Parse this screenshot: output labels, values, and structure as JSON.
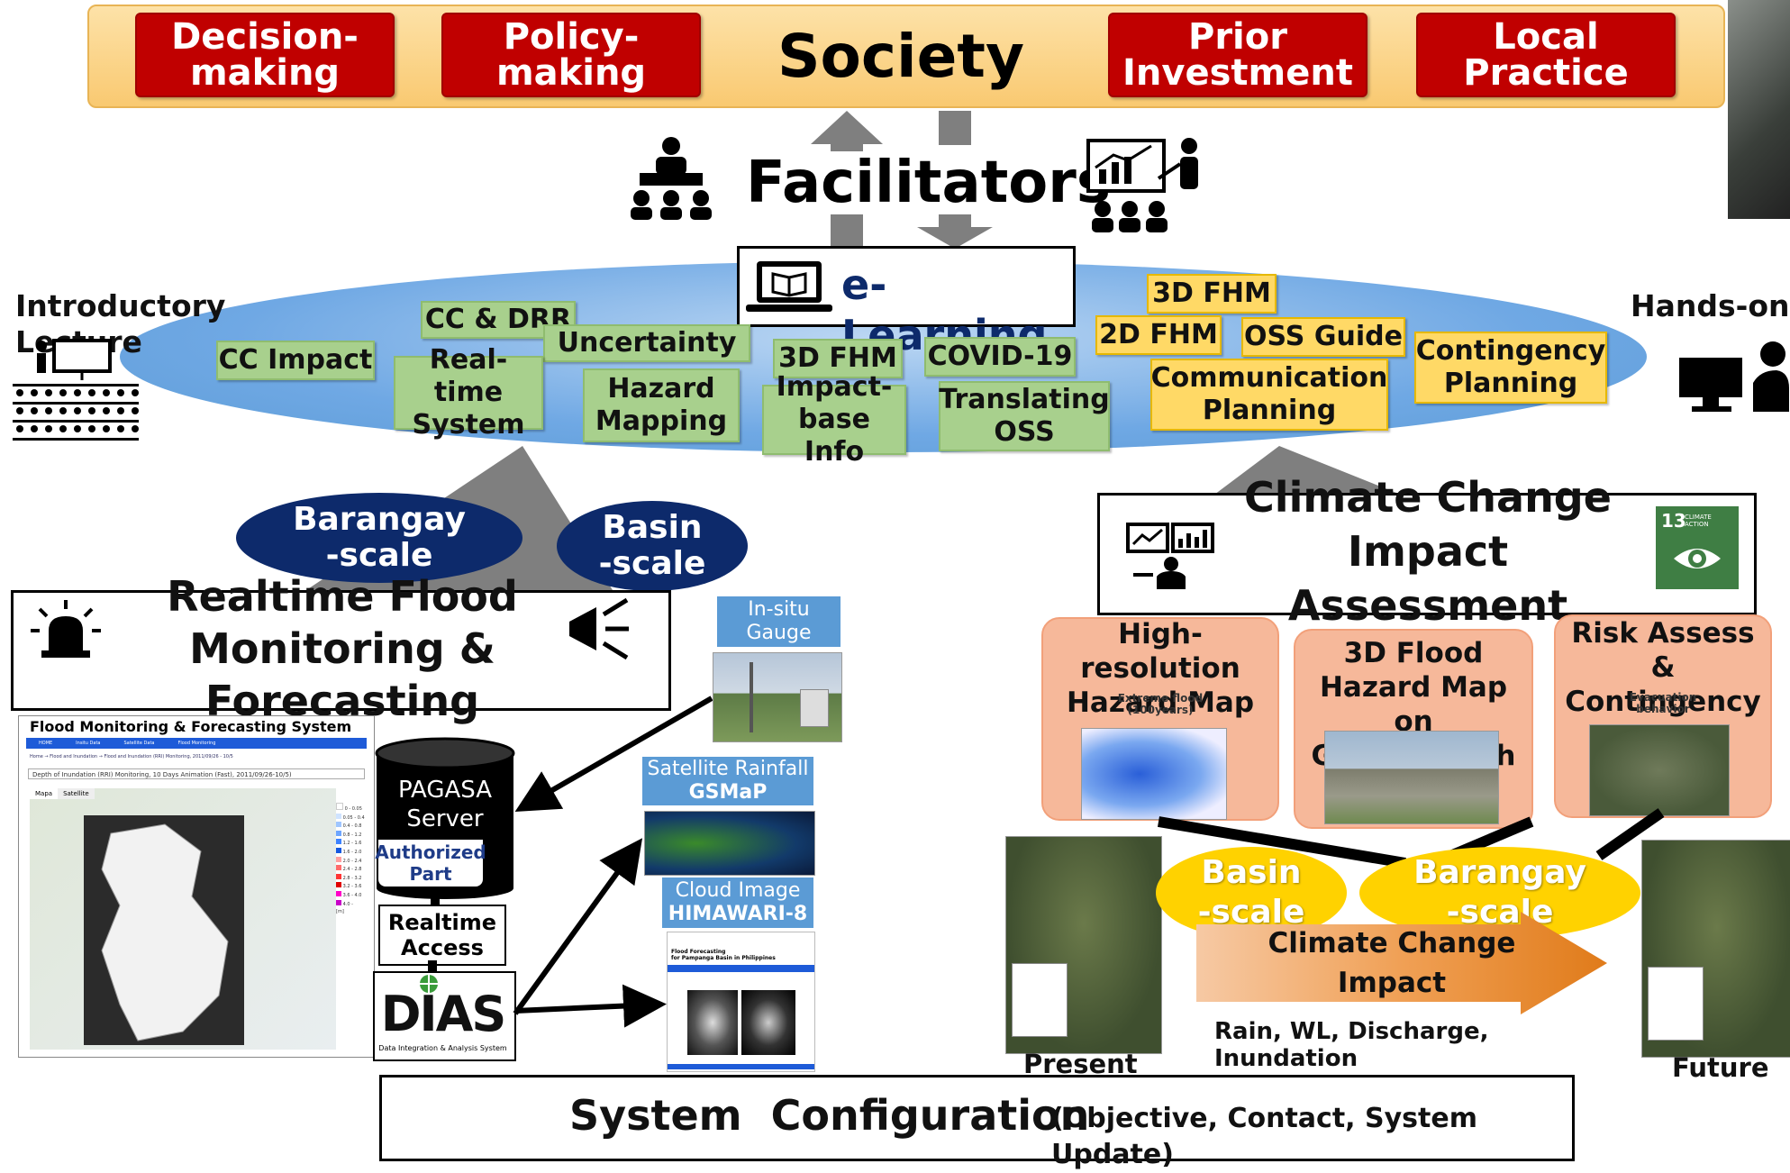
{
  "top_bar": {
    "boxes": [
      "Decision-\nmaking",
      "Policy-\nmaking",
      "Prior\nInvestment",
      "Local\nPractice"
    ],
    "center": "Society"
  },
  "facilitators": "Facilitators",
  "elearning": "e-Learning",
  "side_labels": {
    "left": "Introductory Lecture",
    "right": "Hands-on"
  },
  "green_tags": [
    "CC & DRR",
    "Uncertainty",
    "CC Impact",
    "Real-time\nSystem",
    "Hazard\nMapping",
    "3D FHM",
    "Impact-\nbase Info",
    "COVID-19",
    "Translating\nOSS"
  ],
  "yellow_tags": [
    "3D FHM",
    "2D FHM",
    "OSS Guide",
    "Communication\nPlanning",
    "Contingency\nPlanning"
  ],
  "scales_left": [
    "Barangay\n-scale",
    "Basin\n-scale"
  ],
  "scales_right": [
    "Basin\n-scale",
    "Barangay\n-scale"
  ],
  "realtime": {
    "title": "Realtime Flood\nMonitoring & Forecasting"
  },
  "flood_system": {
    "title": "Flood Monitoring & Forecasting System",
    "nav": [
      "HOME",
      "Insitu Data",
      "Satellite Data",
      "Flood Monitoring"
    ],
    "breadcrumb": "Home → Flood and Inundation → Flood and Inundation (RRI) Monitoring, 2011/09/26 - 10/5",
    "header": "Depth of Inundation (RRI) Monitoring, 10 Days Animation (Fast), 2011/09/26-10/5)",
    "map_tabs": [
      "Mapa",
      "Satellite"
    ],
    "legend": [
      "0 - 0.05",
      "0.05 - 0.4",
      "0.4 - 0.8",
      "0.8 - 1.2",
      "1.2 - 1.6",
      "1.6 - 2.0",
      "2.0 - 2.4",
      "2.4 - 2.8",
      "2.8 - 3.2",
      "3.2 - 3.6",
      "3.6 - 4.0",
      "4.0 -",
      "[m]"
    ]
  },
  "pagasa": {
    "title": "PAGASA\nServer",
    "part": "Authorized\nPart"
  },
  "realtime_access": "Realtime\nAccess",
  "dias": {
    "logo": "DIAS",
    "sub": "Data Integration & Analysis System"
  },
  "insitu": "In-situ\nGauge",
  "satellite": {
    "line1": "Satellite Rainfall",
    "line2": "GSMaP"
  },
  "cloud": {
    "line1": "Cloud Image",
    "line2": "HIMAWARI-8"
  },
  "cloud_page": "Flood Forecasting\nfor Pampanga Basin in Philippines",
  "cc_assess": {
    "title": "Climate Change\nImpact Assessment",
    "sdg_num": "13",
    "sdg_text": "CLIMATE\nACTION"
  },
  "cards": [
    {
      "title": "High-resolution\nHazard Map",
      "sub": "Extreme flood\n(100years)"
    },
    {
      "title": "3D Flood\nHazard Map on\nGoogle Earth",
      "sub": ""
    },
    {
      "title": "Risk Assess &\nContingency",
      "sub": "Evacuation\nbehavior"
    }
  ],
  "cc_impact_arrow": "Climate Change\nImpact",
  "vars": "Rain, WL, Discharge, Inundation",
  "present": "Present",
  "future": "Future",
  "system_config": {
    "main": "System  Configuration",
    "sub": "(Objective, Contact, System Update)"
  },
  "colors": {
    "red": "#c00000",
    "navy": "#0d2a6b",
    "green": "#a8d08d",
    "yellow": "#ffd966",
    "ellipse": "#5b9bd5",
    "salmon": "#f6b89a"
  }
}
